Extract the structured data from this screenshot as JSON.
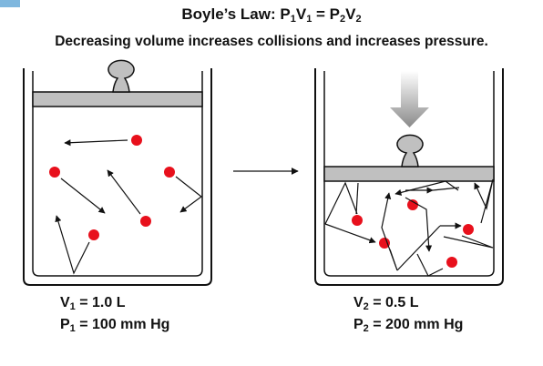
{
  "header": {
    "title_main": "Boyle’s Law: P",
    "title_rest": [
      "V",
      " = P",
      "V"
    ],
    "title_subs": [
      "1",
      "1",
      "2",
      "2"
    ],
    "subtitle": "Decreasing volume increases collisions and increases pressure."
  },
  "left_container": {
    "volume_var": "V",
    "volume_sub": "1",
    "volume_value": " = 1.0 L",
    "pressure_var": "P",
    "pressure_sub": "1",
    "pressure_value": " = 100 mm Hg"
  },
  "right_container": {
    "volume_var": "V",
    "volume_sub": "2",
    "volume_value": " = 0.5 L",
    "pressure_var": "P",
    "pressure_sub": "2",
    "pressure_value": " = 200 mm Hg"
  },
  "colors": {
    "piston_gray": "#c0c0c0",
    "molecule_red": "#e8101c",
    "outline": "#111111",
    "corner_mark": "#7fb7de"
  }
}
